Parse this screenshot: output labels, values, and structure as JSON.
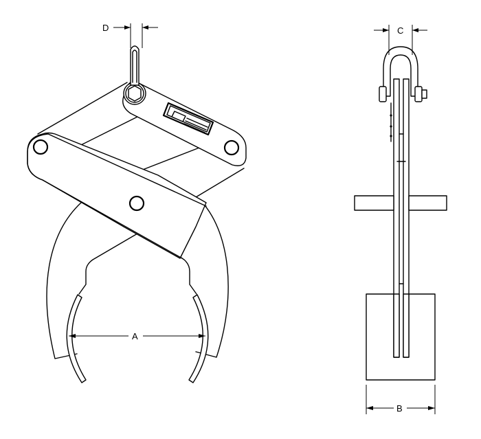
{
  "drawing": {
    "subject": "Pipe / round-stock lifting tong",
    "views": [
      {
        "id": "front-view",
        "label": "Front view"
      },
      {
        "id": "side-view",
        "label": "Side view"
      }
    ],
    "dimensions": {
      "A": {
        "label": "A",
        "description": "Jaw opening (inside diameter between grip pads)"
      },
      "B": {
        "label": "B",
        "description": "Jaw width (side view)"
      },
      "C": {
        "label": "C",
        "description": "Shackle inside width"
      },
      "D": {
        "label": "D",
        "description": "Lifting eye thickness"
      }
    },
    "colors": {
      "line": "#000000",
      "background": "#ffffff"
    }
  }
}
